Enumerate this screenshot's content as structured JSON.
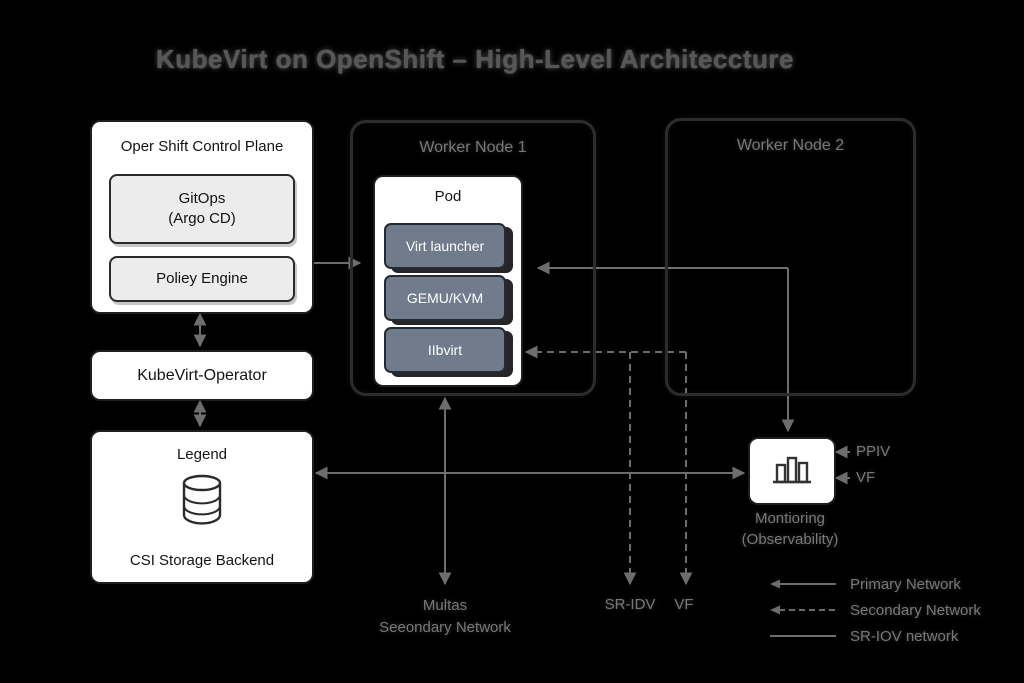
{
  "title": "KubeVirt on OpenShift – High-Level Architeccture",
  "control_plane": {
    "title": "Oper Shift Control Plane",
    "gitops_line1": "GitOps",
    "gitops_line2": "(Argo CD)",
    "policy_engine": "Poliey Engine"
  },
  "kubevirt_operator": "KubeVirt-Operator",
  "storage": {
    "title": "Legend",
    "icon": "database-cylinder-icon",
    "label": "CSI Storage Backend"
  },
  "worker_node_1": {
    "title": "Worker Node 1",
    "pod_title": "Pod",
    "components": [
      "Virt launcher",
      "GEMU/KVM",
      "IIbvirt"
    ]
  },
  "worker_node_2": {
    "title": "Worker Node 2"
  },
  "monitoring": {
    "icon": "bar-chart-icon",
    "label_line1": "Montioring",
    "label_line2": "(Observability)",
    "port_top": "PPIV",
    "port_bottom": "VF"
  },
  "bottom_labels": {
    "multus_line1": "Multas",
    "multus_line2": "Seeondary Network",
    "sriov": "SR-IDV",
    "vf": "VF"
  },
  "legend": {
    "items": [
      {
        "label": "Primary Network",
        "style": "solid-arrow"
      },
      {
        "label": "Secondary Network",
        "style": "dashed-arrow"
      },
      {
        "label": "SR-IOV network",
        "style": "solid-line"
      }
    ]
  },
  "colors": {
    "background": "#000000",
    "box_fill": "#ffffff",
    "component_fill": "#707c8b",
    "connector": "#6d6d6d",
    "muted_text": "#787878"
  }
}
